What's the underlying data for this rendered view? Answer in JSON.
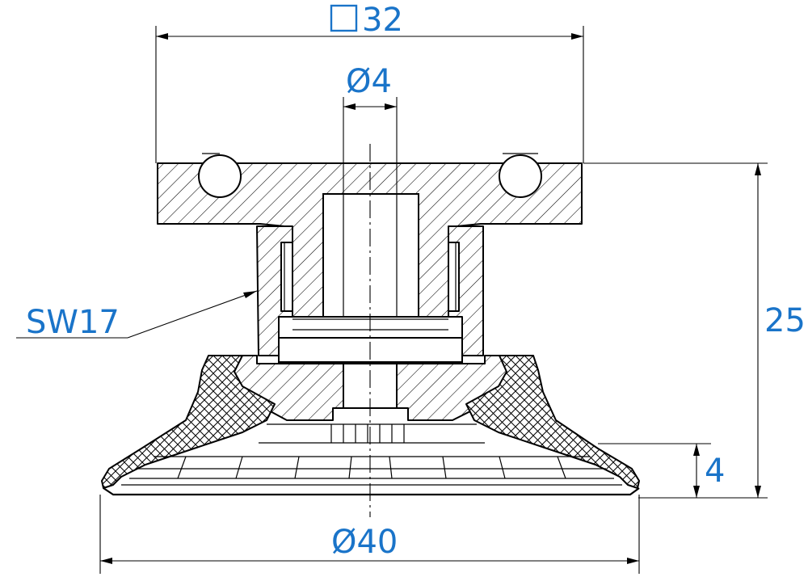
{
  "drawing": {
    "dimensions": {
      "square_size": "32",
      "bore_diameter": "Ø4",
      "wrench_size": "SW17",
      "height": "25",
      "lip_height": "4",
      "cup_diameter": "Ø40"
    },
    "colors": {
      "dimension_text": "#1a74c9",
      "linework": "#000000",
      "background": "#ffffff"
    }
  }
}
